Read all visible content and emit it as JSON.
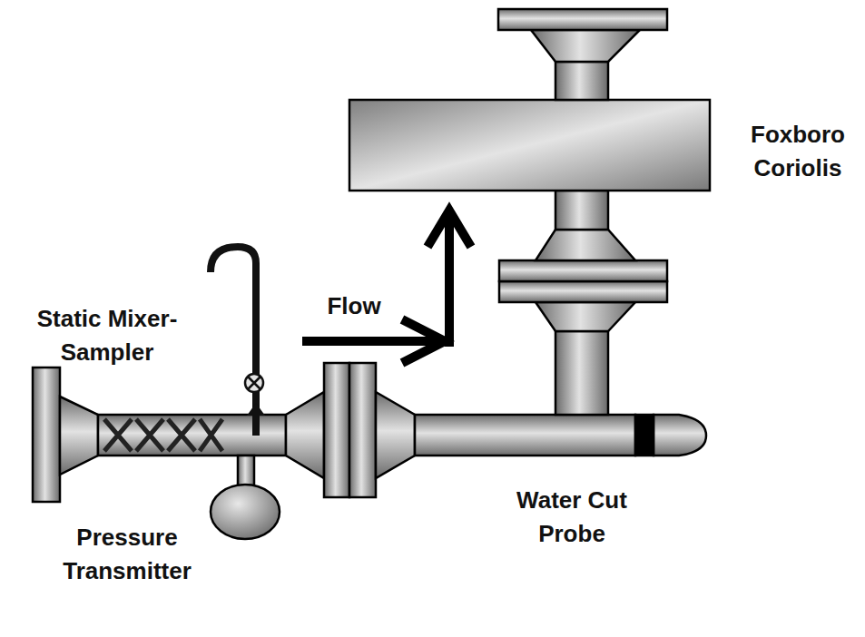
{
  "diagram": {
    "labels": [
      "Foxboro Coriolis",
      "Flow",
      "Static Mixer-Sampler",
      "Water Cut Probe",
      "Pressure Transmitter"
    ]
  }
}
